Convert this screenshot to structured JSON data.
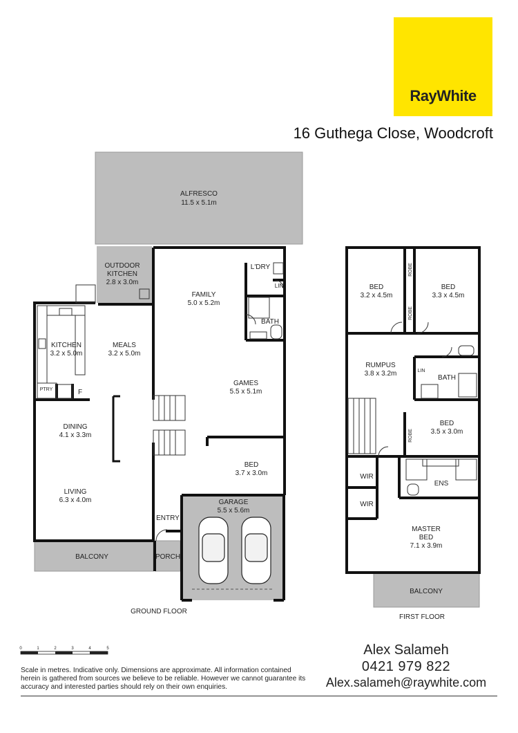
{
  "brand": {
    "logo_text": "RayWhite",
    "logo_color": "#FFE500"
  },
  "address": "16 Guthega Close, Woodcroft",
  "ground_floor": {
    "label": "GROUND FLOOR",
    "rooms": [
      {
        "id": "alfresco",
        "name": "ALFRESCO",
        "dims": "11.5 x 5.1m"
      },
      {
        "id": "outdoor-kitchen",
        "name": "OUTDOOR",
        "name2": "KITCHEN",
        "dims": "2.8 x 3.0m"
      },
      {
        "id": "family",
        "name": "FAMILY",
        "dims": "5.0 x 5.2m"
      },
      {
        "id": "ldry",
        "name": "L'DRY"
      },
      {
        "id": "lin",
        "name": "LIN"
      },
      {
        "id": "bath",
        "name": "BATH"
      },
      {
        "id": "kitchen",
        "name": "KITCHEN",
        "dims": "3.2 x 5.0m"
      },
      {
        "id": "meals",
        "name": "MEALS",
        "dims": "3.2 x 5.0m"
      },
      {
        "id": "ptry",
        "name": "PTRY"
      },
      {
        "id": "fridge",
        "name": "F"
      },
      {
        "id": "games",
        "name": "GAMES",
        "dims": "5.5 x 5.1m"
      },
      {
        "id": "dining",
        "name": "DINING",
        "dims": "4.1 x 3.3m"
      },
      {
        "id": "bed",
        "name": "BED",
        "dims": "3.7 x 3.0m"
      },
      {
        "id": "living",
        "name": "LIVING",
        "dims": "6.3 x 4.0m"
      },
      {
        "id": "garage",
        "name": "GARAGE",
        "dims": "5.5 x 5.6m"
      },
      {
        "id": "entry",
        "name": "ENTRY"
      },
      {
        "id": "balcony",
        "name": "BALCONY"
      },
      {
        "id": "porch",
        "name": "PORCH"
      }
    ]
  },
  "first_floor": {
    "label": "FIRST FLOOR",
    "rooms": [
      {
        "id": "bed1",
        "name": "BED",
        "dims": "3.2 x 4.5m"
      },
      {
        "id": "bed2",
        "name": "BED",
        "dims": "3.3 x 4.5m"
      },
      {
        "id": "robe1",
        "name": "ROBE"
      },
      {
        "id": "robe2",
        "name": "ROBE"
      },
      {
        "id": "rumpus",
        "name": "RUMPUS",
        "dims": "3.8 x 3.2m"
      },
      {
        "id": "lin",
        "name": "LIN"
      },
      {
        "id": "bath",
        "name": "BATH"
      },
      {
        "id": "bed3",
        "name": "BED",
        "dims": "3.5 x 3.0m"
      },
      {
        "id": "robe3",
        "name": "ROBE"
      },
      {
        "id": "wir1",
        "name": "WIR"
      },
      {
        "id": "wir2",
        "name": "WIR"
      },
      {
        "id": "ens",
        "name": "ENS"
      },
      {
        "id": "master",
        "name": "MASTER",
        "name2": "BED",
        "dims": "7.1 x 3.9m"
      },
      {
        "id": "balcony",
        "name": "BALCONY"
      }
    ]
  },
  "scale": {
    "ticks": [
      "0",
      "1",
      "2",
      "3",
      "4",
      "5"
    ]
  },
  "disclaimer": "Scale in metres. Indicative only. Dimensions are approximate. All information contained herein is gathered from sources we believe to be reliable. However we cannot guarantee its accuracy and interested parties should rely on their own enquiries.",
  "agent": {
    "name": "Alex Salameh",
    "phone": "0421 979 822",
    "email": "Alex.salameh@raywhite.com"
  }
}
